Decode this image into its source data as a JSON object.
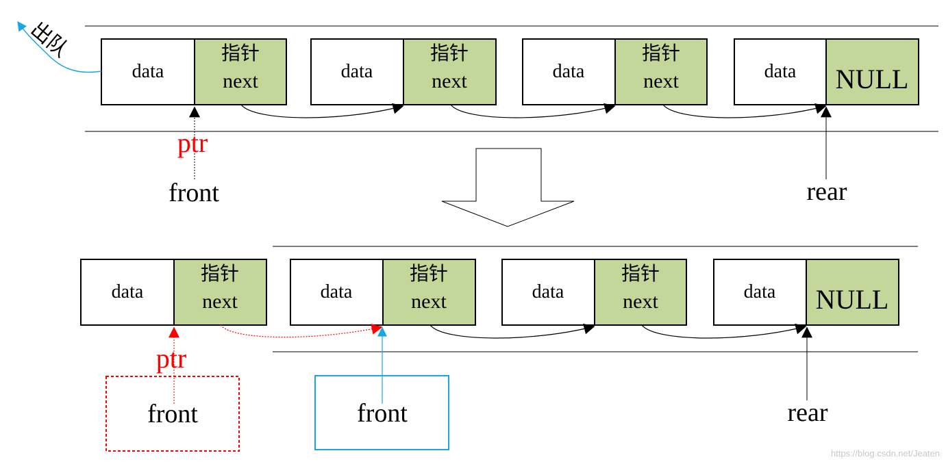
{
  "colors": {
    "node_fill": "#ffffff",
    "pointer_fill": "#c4d79b",
    "stroke": "#000000",
    "ptr_red": "#ff0000",
    "front_blue": "#1aa7e0",
    "dequeue_blue": "#1aa7e0",
    "watermark": "#c8c8c8"
  },
  "before": {
    "dequeue_label": "出队",
    "nodes": [
      {
        "data": "data",
        "ptr_title": "指针",
        "ptr_next": "next"
      },
      {
        "data": "data",
        "ptr_title": "指针",
        "ptr_next": "next"
      },
      {
        "data": "data",
        "ptr_title": "指针",
        "ptr_next": "next"
      },
      {
        "data": "data",
        "null_label": "NULL"
      }
    ],
    "ptr_label": "ptr",
    "front_label": "front",
    "rear_label": "rear"
  },
  "after": {
    "nodes": [
      {
        "data": "data",
        "ptr_title": "指针",
        "ptr_next": "next"
      },
      {
        "data": "data",
        "ptr_title": "指针",
        "ptr_next": "next"
      },
      {
        "data": "data",
        "ptr_title": "指针",
        "ptr_next": "next"
      },
      {
        "data": "data",
        "null_label": "NULL"
      }
    ],
    "ptr_label": "ptr",
    "old_front_label": "front",
    "new_front_label": "front",
    "rear_label": "rear"
  },
  "watermark": "https://blog.csdn.net/Jeaten"
}
